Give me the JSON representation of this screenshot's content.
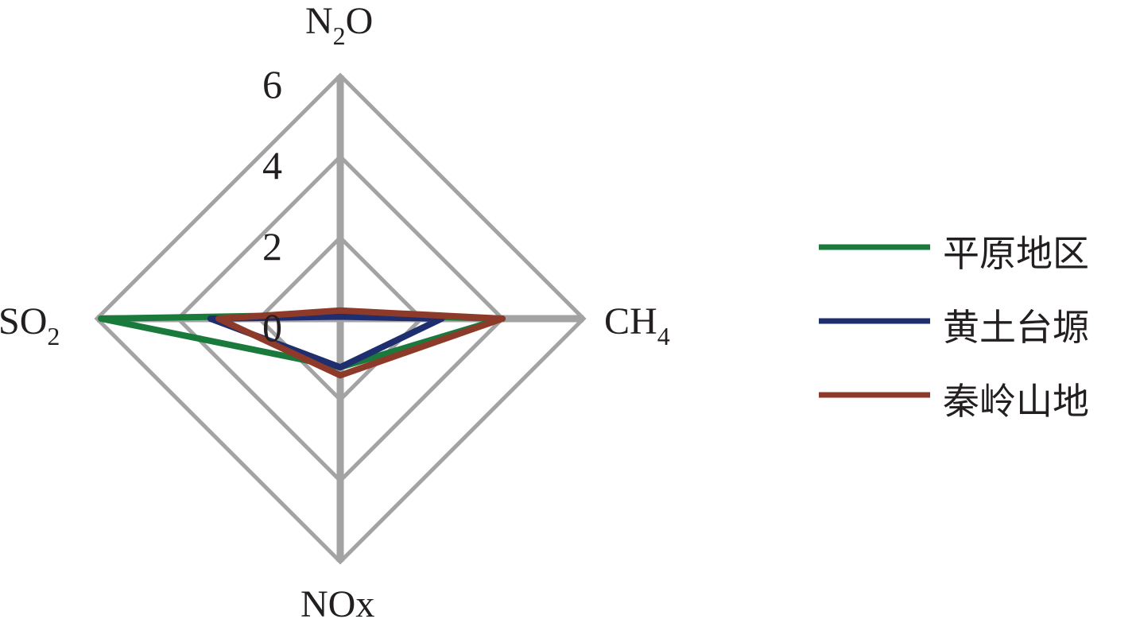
{
  "chart_data": {
    "type": "radar",
    "axes": [
      {
        "key": "n2o",
        "label": "N",
        "sub": "2",
        "label_tail": "O"
      },
      {
        "key": "ch4",
        "label": "CH",
        "sub": "4",
        "label_tail": ""
      },
      {
        "key": "nox",
        "label": "NOx",
        "sub": "",
        "label_tail": ""
      },
      {
        "key": "so2",
        "label": "SO",
        "sub": "2",
        "label_tail": ""
      }
    ],
    "ticks": [
      "0",
      "2",
      "4",
      "6"
    ],
    "range": [
      0,
      6
    ],
    "grid_levels": [
      2,
      4,
      6
    ],
    "grid": true,
    "legend_position": "right",
    "series": [
      {
        "name": "平原地区",
        "color": "#1a7a3c",
        "values": {
          "n2o": 0.1,
          "ch4": 4.0,
          "nox": 1.2,
          "so2": 5.9
        }
      },
      {
        "name": "黄土台塬",
        "color": "#1f2e6e",
        "values": {
          "n2o": 0.05,
          "ch4": 2.5,
          "nox": 1.2,
          "so2": 3.2
        }
      },
      {
        "name": "秦岭山地",
        "color": "#8e3a2a",
        "values": {
          "n2o": 0.2,
          "ch4": 4.0,
          "nox": 1.4,
          "so2": 3.0
        }
      }
    ]
  }
}
